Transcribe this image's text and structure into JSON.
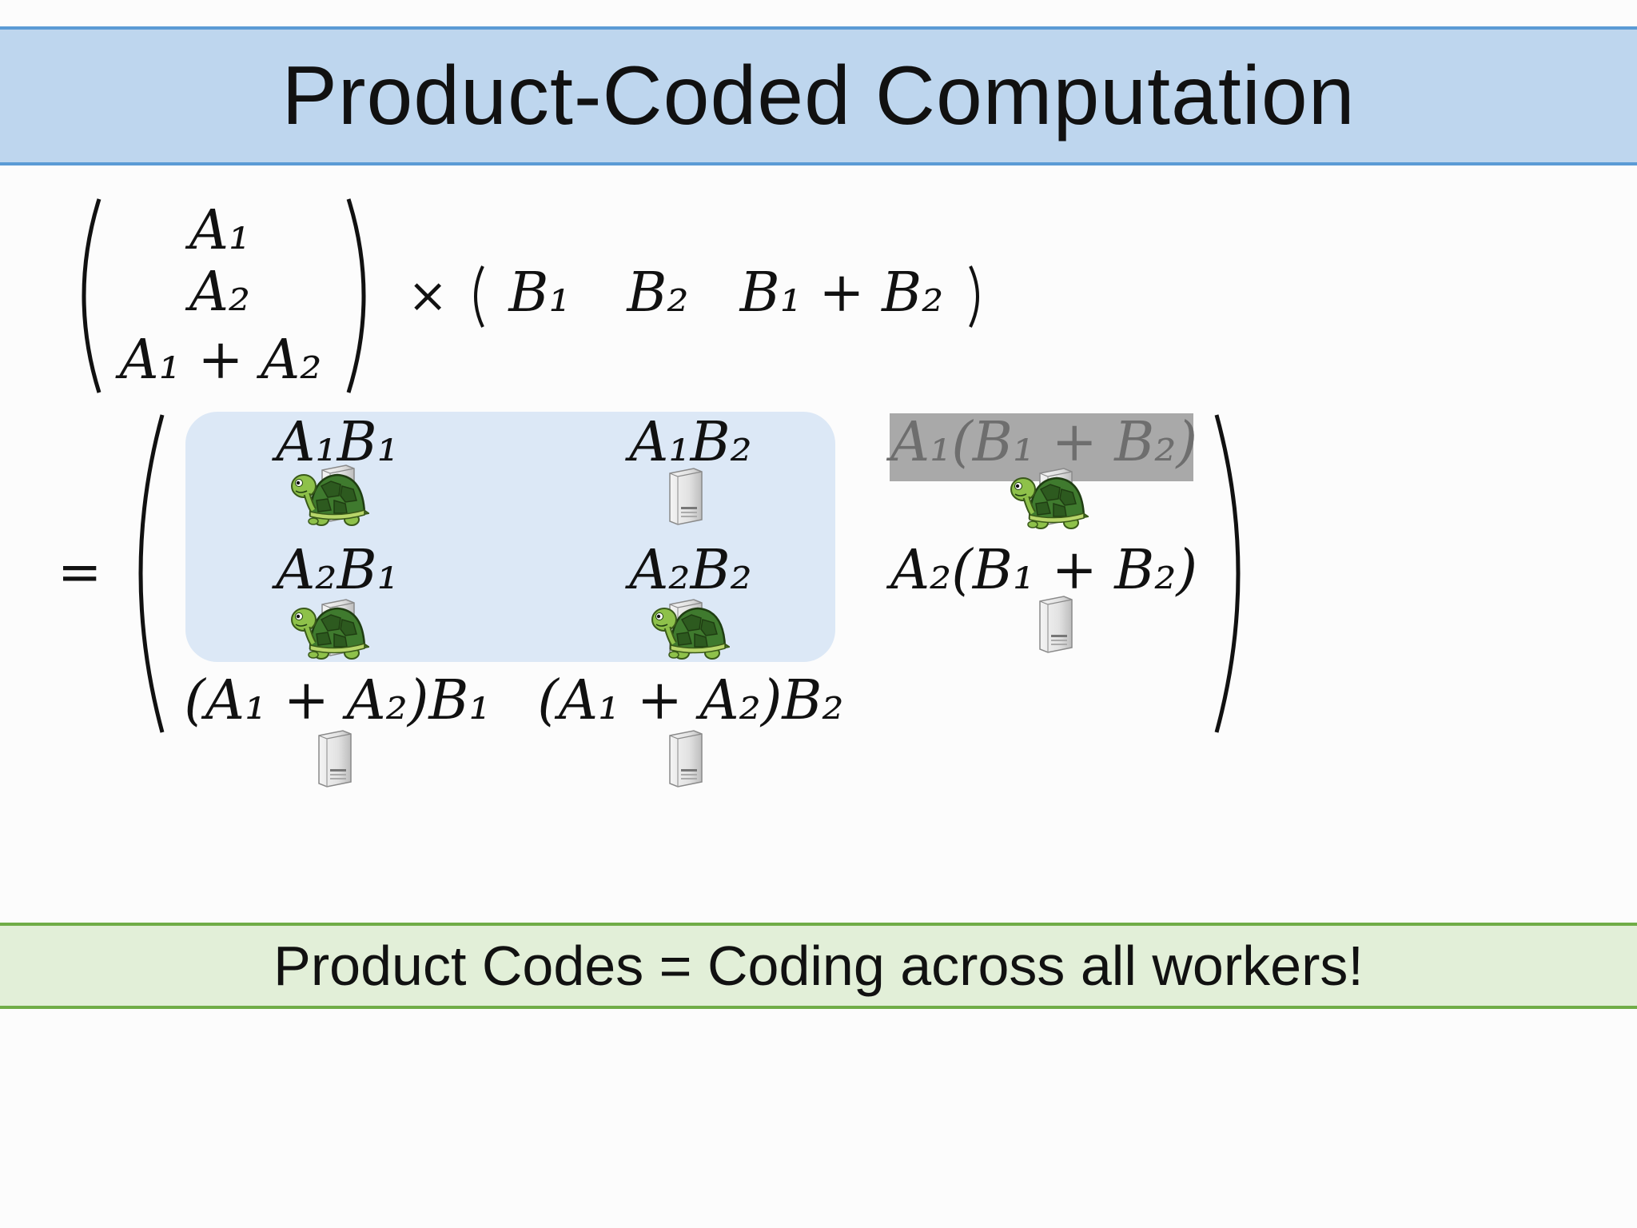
{
  "title": "Product-Coded Computation",
  "footer": "Product Codes = Coding across all workers!",
  "lhs": {
    "a_vector": [
      "A₁",
      "A₂",
      "A₁ + A₂"
    ],
    "times_symbol": "×",
    "b_vector": [
      "B₁",
      "B₂",
      "B₁ + B₂"
    ]
  },
  "equals_symbol": "=",
  "product_matrix": {
    "row1": [
      "A₁B₁",
      "A₁B₂",
      "A₁(B₁ + B₂)"
    ],
    "row2": [
      "A₂B₁",
      "A₂B₂",
      "A₂(B₁ + B₂)"
    ],
    "row3": [
      "(A₁ + A₂)B₁",
      "(A₁ + A₂)B₂"
    ]
  },
  "workers": [
    {
      "cell": "A₁B₁",
      "icon": "turtle-over-server-icon",
      "status": "slow"
    },
    {
      "cell": "A₁B₂",
      "icon": "server-icon",
      "status": "fast"
    },
    {
      "cell": "A₁(B₁ + B₂)",
      "icon": "turtle-over-server-icon",
      "status": "slow"
    },
    {
      "cell": "A₂B₁",
      "icon": "turtle-over-server-icon",
      "status": "slow"
    },
    {
      "cell": "A₂B₂",
      "icon": "turtle-over-server-icon",
      "status": "slow"
    },
    {
      "cell": "A₂(B₁ + B₂)",
      "icon": "server-icon",
      "status": "fast"
    },
    {
      "cell": "(A₁ + A₂)B₁",
      "icon": "server-icon",
      "status": "fast"
    },
    {
      "cell": "(A₁ + A₂)B₂",
      "icon": "server-icon",
      "status": "fast"
    }
  ],
  "colors": {
    "title_band": "#bed6ee",
    "title_border": "#5b9bd5",
    "footer_band": "#e2efd8",
    "footer_border": "#70ad47",
    "highlight": "#dce8f6",
    "straggler_gray": "#a9a9a9"
  }
}
